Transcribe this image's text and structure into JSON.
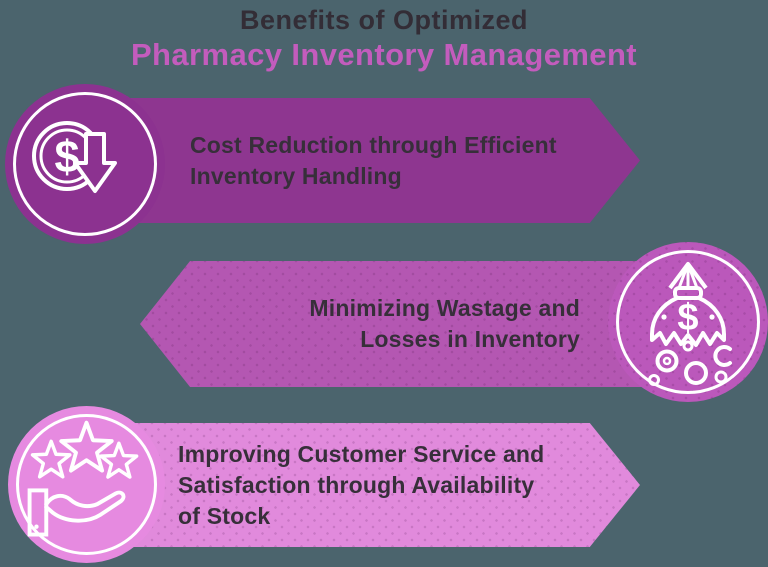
{
  "background_color": "#4b646d",
  "title": {
    "line1": "Benefits of Optimized",
    "line2": "Pharmacy Inventory Management",
    "line1_color": "#332d36",
    "line2_color": "#c35cbd"
  },
  "text_color": "#372f3a",
  "banners": [
    {
      "id": "cost-reduction",
      "color": "#8e3690",
      "circle_color": "#8c3290",
      "icon": "dollar-coin-down-arrow-icon",
      "lines": [
        "Cost Reduction through Efficient",
        "Inventory Handling"
      ]
    },
    {
      "id": "minimizing-wastage",
      "color": "#b457b2",
      "circle_color": "#bb58bb",
      "icon": "torn-money-bag-icon",
      "lines": [
        "Minimizing Wastage and",
        "Losses in Inventory"
      ]
    },
    {
      "id": "customer-service",
      "color": "#e18adc",
      "circle_color": "#e68ae0",
      "icon": "hand-with-stars-icon",
      "lines": [
        "Improving Customer Service and",
        "Satisfaction through Availability",
        "of Stock"
      ]
    }
  ],
  "icons": {
    "dollar": "$"
  }
}
